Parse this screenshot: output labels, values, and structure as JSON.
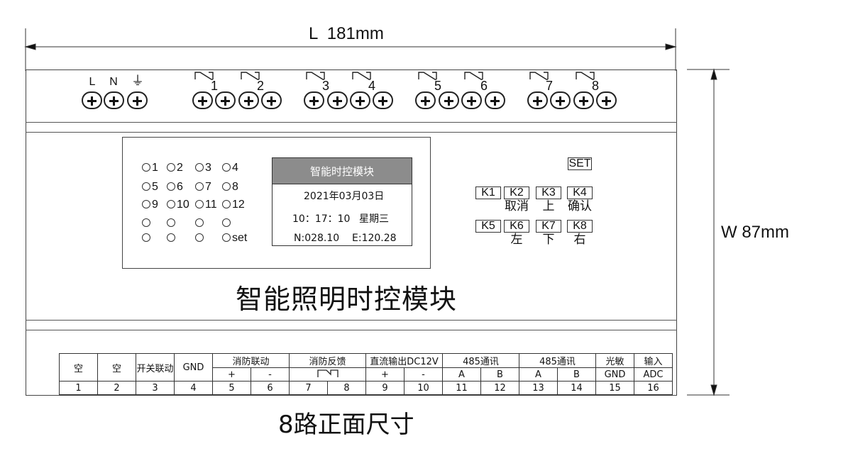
{
  "dimension_length": "L  181mm",
  "dimension_width": "W 87mm",
  "power_terminals": {
    "labels": [
      "L",
      "N",
      "⏚"
    ]
  },
  "relay_labels": [
    "1",
    "2",
    "3",
    "4",
    "5",
    "6",
    "7",
    "8"
  ],
  "leds": {
    "rows": [
      [
        "1",
        "2",
        "3",
        "4"
      ],
      [
        "5",
        "6",
        "7",
        "8"
      ],
      [
        "9",
        "10",
        "11",
        "12"
      ],
      [
        "",
        "",
        "",
        ""
      ],
      [
        "",
        "",
        "",
        "set"
      ]
    ]
  },
  "lcd": {
    "title": "智能时控模块",
    "date": "2021年03月03日",
    "time": "10：17：10",
    "weekday": "星期三",
    "n_value": "N:028.10",
    "e_value": "E:120.28"
  },
  "keys": {
    "set": "SET",
    "row1": [
      {
        "key": "K1",
        "caption": ""
      },
      {
        "key": "K2",
        "caption": "取消"
      },
      {
        "key": "K3",
        "caption": "上"
      },
      {
        "key": "K4",
        "caption": "确认"
      }
    ],
    "row2": [
      {
        "key": "K5",
        "caption": ""
      },
      {
        "key": "K6",
        "caption": "左"
      },
      {
        "key": "K7",
        "caption": "下"
      },
      {
        "key": "K8",
        "caption": "右"
      }
    ]
  },
  "module_title": "智能照明时控模块",
  "terminal_table": {
    "groups": [
      "空",
      "空",
      "开关联动",
      "GND",
      "消防联动",
      "消防反馈",
      "直流输出DC12V",
      "485通讯",
      "485通讯",
      "光敏",
      "输入"
    ],
    "subs": [
      "+",
      "-",
      "",
      "+",
      "-",
      "A",
      "B",
      "A",
      "B",
      "GND",
      "ADC"
    ],
    "numbers": [
      "1",
      "2",
      "3",
      "4",
      "5",
      "6",
      "7",
      "8",
      "9",
      "10",
      "11",
      "12",
      "13",
      "14",
      "15",
      "16"
    ]
  },
  "footer_title": "8路正面尺寸"
}
